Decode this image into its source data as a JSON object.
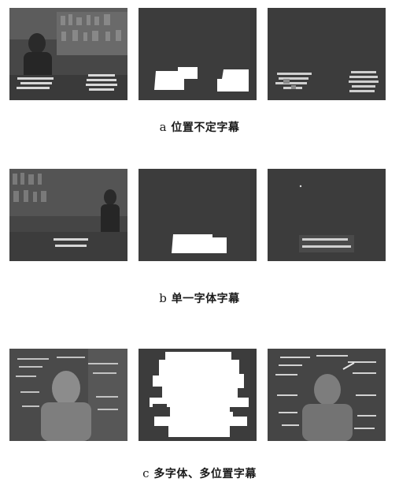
{
  "rows": [
    {
      "letter": "a",
      "title": "位置不定字幕",
      "panels": [
        "original-frame",
        "text-region-mask",
        "extracted-text"
      ]
    },
    {
      "letter": "b",
      "title": "单一字体字幕",
      "panels": [
        "original-frame",
        "text-region-mask",
        "extracted-text"
      ]
    },
    {
      "letter": "c",
      "title": "多字体、多位置字幕",
      "panels": [
        "original-frame",
        "text-region-mask",
        "extracted-text"
      ]
    }
  ],
  "colors": {
    "frame_dark": "#3b3b3b",
    "mask_white": "#ffffff",
    "caption_text": "#1a1a1a"
  }
}
